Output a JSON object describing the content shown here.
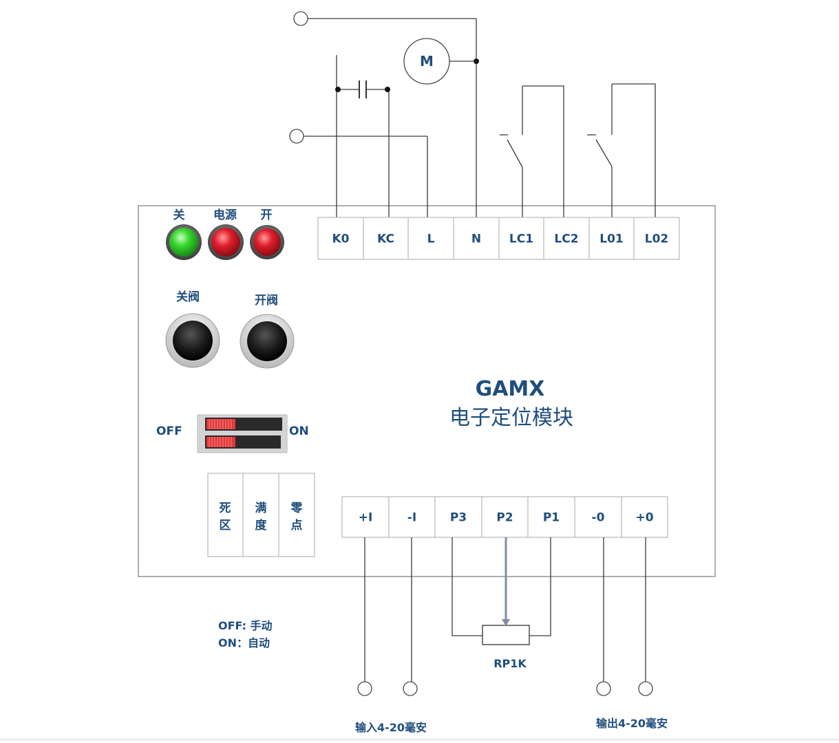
{
  "indicators": {
    "close_label": "关",
    "power_label": "电源",
    "open_label": "开"
  },
  "buttons": {
    "close_valve_label": "关阀",
    "open_valve_label": "开阀"
  },
  "switch": {
    "off_label": "OFF",
    "on_label": "ON"
  },
  "adjust": {
    "deadband": [
      "死",
      "区"
    ],
    "fullscale": [
      "满",
      "度"
    ],
    "zero": [
      "零",
      "点"
    ]
  },
  "top_terminals": [
    "K0",
    "KC",
    "L",
    "N",
    "LC1",
    "LC2",
    "L01",
    "L02"
  ],
  "bottom_terminals": [
    "+I",
    "-I",
    "P3",
    "P2",
    "P1",
    "-0",
    "+0"
  ],
  "module": {
    "title": "GAMX",
    "subtitle": "电子定位模块"
  },
  "motor_label": "M",
  "potentiometer_label": "RP1K",
  "legend": {
    "line1": "OFF: 手动",
    "line2": "ON：自动"
  },
  "input_label": "输入4-20毫安",
  "output_label": "输出4-20毫安",
  "colors": {
    "text": "#1f4e7d",
    "led_green": "#2fd12a",
    "led_red": "#d81e2a",
    "dip_red": "#e23a3a"
  }
}
